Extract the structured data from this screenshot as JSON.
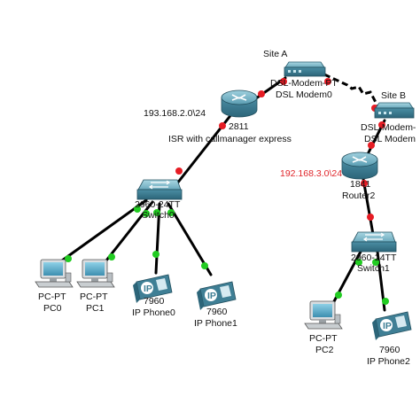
{
  "sites": {
    "site_a": "Site A",
    "site_b": "Site B"
  },
  "networks": {
    "net_a": "193.168.2.0\\24",
    "net_b": "192.168.3.0\\24"
  },
  "devices": {
    "modem0": {
      "type": "DSL-Modem-PT",
      "name": "DSL Modem0"
    },
    "modem1": {
      "type": "DSL-Modem-",
      "name": "DSL Modem"
    },
    "router_2811": {
      "type": "2811",
      "name": "ISR with callmanager express"
    },
    "router2": {
      "type": "1841",
      "name": "Router2"
    },
    "switch0": {
      "type": "2960-24TT",
      "name": "Switch0"
    },
    "switch1": {
      "type": "2960-24TT",
      "name": "Switch1"
    },
    "pc0": {
      "type": "PC-PT",
      "name": "PC0"
    },
    "pc1": {
      "type": "PC-PT",
      "name": "PC1"
    },
    "pc2": {
      "type": "PC-PT",
      "name": "PC2"
    },
    "phone0": {
      "type": "7960",
      "name": "IP Phone0"
    },
    "phone1": {
      "type": "7960",
      "name": "IP Phone1"
    },
    "phone2": {
      "type": "7960",
      "name": "IP Phone2"
    }
  },
  "colors": {
    "link": "#000000",
    "link_down": "#e61c24",
    "link_up": "#22cc22",
    "router_body": "#3f7f95",
    "switch_body": "#3d7f96",
    "network_label_b": "#e0262b"
  },
  "icons": {
    "router": "router-icon",
    "switch": "switch-icon",
    "modem": "dsl-modem-icon",
    "pc": "pc-icon",
    "phone": "ip-phone-icon"
  }
}
